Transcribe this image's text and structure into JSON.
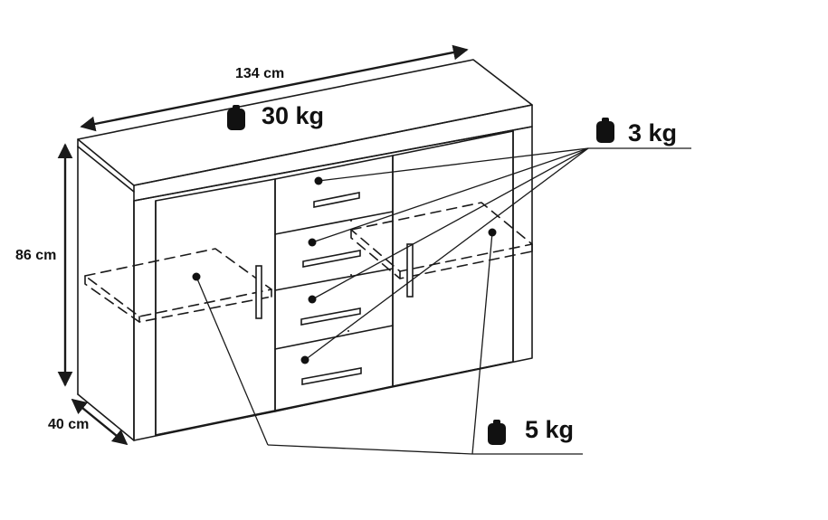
{
  "header": {
    "faint_text": ""
  },
  "dimensions": {
    "width": "134 cm",
    "height": "86 cm",
    "depth": "40 cm"
  },
  "load_ratings": {
    "top": "30 kg",
    "drawers": "3 kg",
    "shelves": "5 kg"
  },
  "colors": {
    "line": "#1a1a1a",
    "weight_icon": "#111111",
    "background": "#ffffff"
  },
  "icons": [
    "weight-icon",
    "drawer-handle",
    "door-handle",
    "dimension-arrow"
  ]
}
